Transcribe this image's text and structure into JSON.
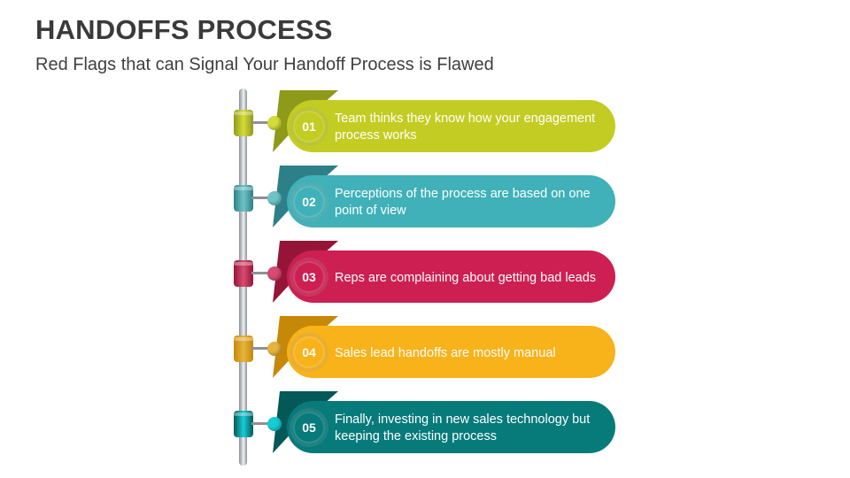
{
  "header": {
    "title": "HANDOFFS PROCESS",
    "subtitle": "Red Flags that can Signal Your Handoff Process is Flawed"
  },
  "steps": [
    {
      "number": "01",
      "text": "Team thinks they know how your engagement process works",
      "color": "#c3cc22",
      "dark": "#8e9a1a",
      "clip": "#d5dc3a"
    },
    {
      "number": "02",
      "text": "Perceptions of the process are based on one point of view",
      "color": "#40b1b8",
      "dark": "#2d8088",
      "clip": "#6fc3c8"
    },
    {
      "number": "03",
      "text": "Reps are complaining about getting bad leads",
      "color": "#cd1f52",
      "dark": "#951539",
      "clip": "#d84b72"
    },
    {
      "number": "04",
      "text": "Sales lead handoffs are mostly manual",
      "color": "#f8b21a",
      "dark": "#c68807",
      "clip": "#e6b43d"
    },
    {
      "number": "05",
      "text": "Finally, investing in new sales technology but keeping the existing process",
      "color": "#077a7a",
      "dark": "#055858",
      "clip": "#16cdd6"
    }
  ]
}
